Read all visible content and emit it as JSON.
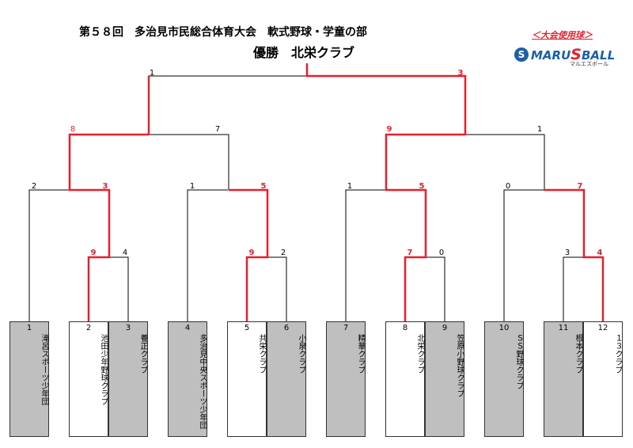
{
  "header": {
    "title": "第５８回　多治見市民総合体育大会　軟式野球・学童の部",
    "champion": "優勝　北栄クラブ"
  },
  "sponsor": {
    "caption": "＜大会使用球＞",
    "logo_text": "MARU",
    "logo_s": "S",
    "logo_tail": "BALL",
    "logo_sub": "マルエスボール",
    "brand_color": "#1b5fa7",
    "accent_color": "#e5202e"
  },
  "colors": {
    "winner_line": "#e5202e",
    "bracket_line": "#000000",
    "gray_box": "#bfbfbf"
  },
  "teams": [
    {
      "seed": "1",
      "name": "滝呂スポーツ少年団",
      "shade": "gray"
    },
    {
      "seed": "2",
      "name": "池田少年野球クラブ",
      "shade": "white"
    },
    {
      "seed": "3",
      "name": "養正クラブ",
      "shade": "gray"
    },
    {
      "seed": "4",
      "name": "多治見中央スポーツ少年団",
      "shade": "gray"
    },
    {
      "seed": "5",
      "name": "共栄クラブ",
      "shade": "white"
    },
    {
      "seed": "6",
      "name": "小泉クラブ",
      "shade": "gray"
    },
    {
      "seed": "7",
      "name": "精華クラブ",
      "shade": "gray"
    },
    {
      "seed": "8",
      "name": "北栄クラブ",
      "shade": "white"
    },
    {
      "seed": "9",
      "name": "笠原小野球クラブ",
      "shade": "gray"
    },
    {
      "seed": "10",
      "name": "ＳＳ野球クラブ",
      "shade": "gray"
    },
    {
      "seed": "11",
      "name": "根本クラブ",
      "shade": "gray"
    },
    {
      "seed": "12",
      "name": "１３クラブ",
      "shade": "white"
    }
  ],
  "scores": {
    "r1_m1_left": "9",
    "r1_m1_right": "4",
    "r1_m2_left": "9",
    "r1_m2_right": "2",
    "r1_m3_left": "7",
    "r1_m3_right": "0",
    "r1_m4_left": "3",
    "r1_m4_right": "4",
    "r2_m1_left": "2",
    "r2_m1_right": "3",
    "r2_m2_left": "1",
    "r2_m2_right": "5",
    "r2_m3_left": "1",
    "r2_m3_right": "5",
    "r2_m4_left": "0",
    "r2_m4_right": "7",
    "sf1_left": "8",
    "sf1_right": "7",
    "sf2_left": "9",
    "sf2_right": "1",
    "final_left": "1",
    "final_right": "3"
  }
}
